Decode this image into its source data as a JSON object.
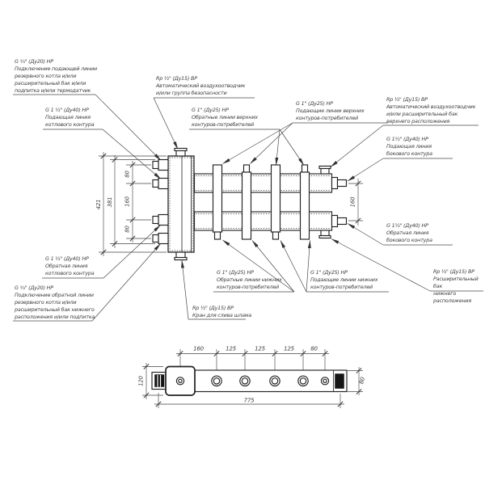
{
  "drawing": {
    "labels": {
      "supply_reserve_boiler": "G ¾\" (Ду20) НР\nПодключение подающей линии\nрезервного котла и/или\nрасширительный бак и/или\nподпитка и/или термодатчик",
      "boiler_supply": "G 1 ½\" (Ду40) НР\nПодающая линия\nкотлового контура",
      "air_vent_safety_group": "Rp ½\" (Ду15) ВР\nАвтоматический воздухоотводчик\nи/или группа безопасности",
      "upper_return_lines": "G 1\" (Ду25) НР\nОбратные линии верхних\nконтуров-потребителей",
      "upper_supply_lines": "G 1\" (Ду25) НР\nПодающие линии верхних\nконтуров-потребителей",
      "air_vent_exp_tank_top": "Rp ½\" (Ду15) ВР\nАвтоматический воздухоотводчик\nи/или расширительный бак\nверхнего расположения",
      "side_supply": "G 1½\" (Ду40) НР\nПодающая линия\nбокового контура",
      "side_return": "G 1½\" (Ду40) НР\nОбратная линия\nбокового контура",
      "exp_tank_bottom": "Rp ½\" (Ду15) ВР\nРасширительный бак\nнижнего расположения",
      "boiler_return": "G 1 ½\" (Ду40) НР\nОбратная линия\nкотлового контура",
      "return_reserve_boiler": "G ¾\" (Ду20) НР\nПодключение обратной линии\nрезервного котла и/или\nрасширительный бак нижнего\nрасположения и/или подпитка",
      "lower_return_lines": "G 1\" (Ду25) НР\nОбратные линии нижних\nконтуров-потребителей",
      "lower_supply_lines": "G 1\" (Ду25) НР\nПодающие линии нижних\nконтуров-потребителей",
      "drain_valve": "Rp ½\" (Ду15) ВР\nКран для слива шлама"
    },
    "dimensions": {
      "front": {
        "overall_height": "421",
        "ports_span": "381",
        "gap_top": "80",
        "gap_mid": "160",
        "gap_bottom": "80",
        "side_ports_gap": "160"
      },
      "top": {
        "seg1": "160",
        "seg2": "125",
        "seg3": "125",
        "seg4": "125",
        "seg5": "80",
        "overall_length": "775",
        "left_width": "120",
        "right_width": "80"
      }
    }
  }
}
